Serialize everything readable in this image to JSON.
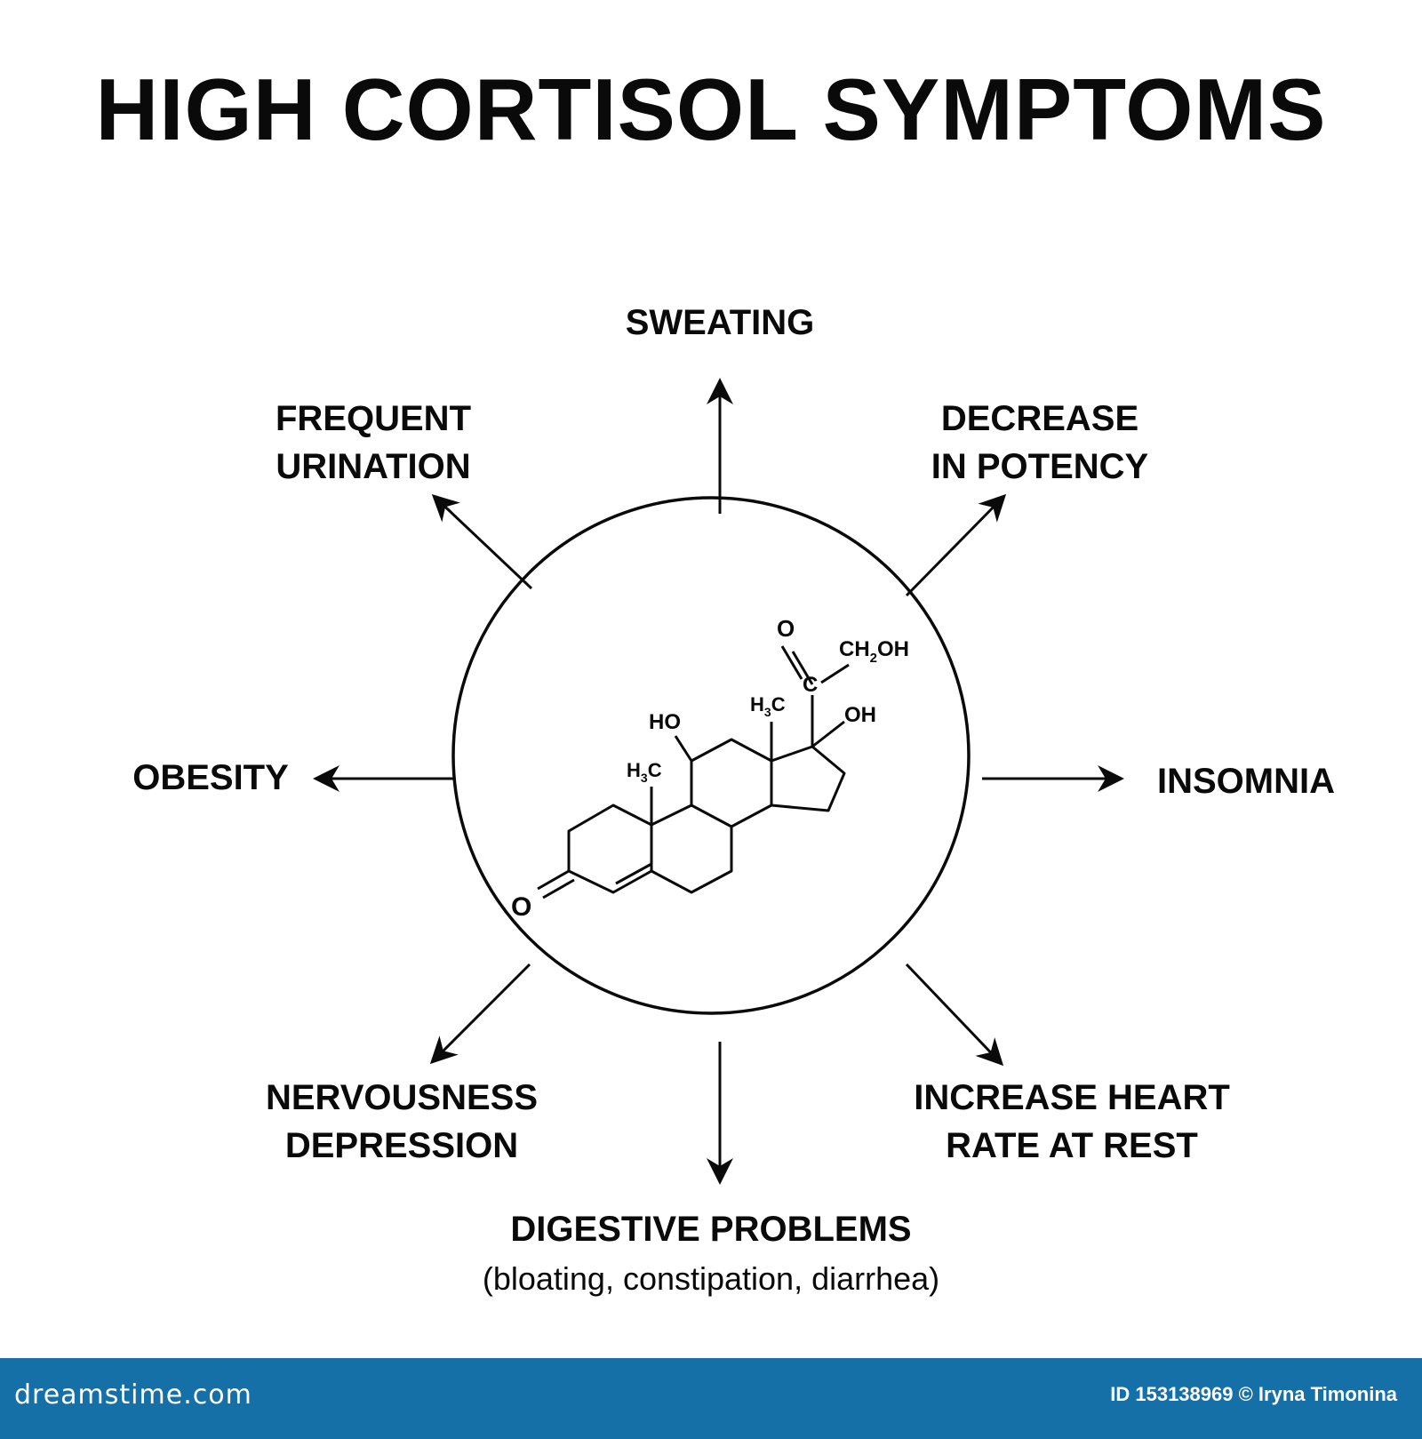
{
  "title": "HIGH CORTISOL SYMPTOMS",
  "symptoms": {
    "sweating": "SWEATING",
    "frequent_urination": [
      "FREQUENT",
      "URINATION"
    ],
    "decrease_potency": [
      "DECREASE",
      "IN POTENCY"
    ],
    "obesity": "OBESITY",
    "insomnia": "INSOMNIA",
    "nervousness_depression": [
      "NERVOUSNESS",
      "DEPRESSION"
    ],
    "increase_heart_rate": [
      "INCREASE HEART",
      "RATE AT REST"
    ],
    "digestive": "DIGESTIVE PROBLEMS",
    "digestive_detail": "(bloating, constipation, diarrhea)"
  },
  "molecule": {
    "ketone_o": "O",
    "side_o": "O",
    "side_c": "C",
    "ch2oh": "CH",
    "ch2oh_sub": "2",
    "ch2oh_rest": "OH",
    "ho": "HO",
    "oh": "OH",
    "methyl_h": "H",
    "methyl_sub": "3",
    "methyl_c": "C"
  },
  "footer": {
    "brand": "dreamstime.com",
    "credit": "ID 153138969 © Iryna Timonina"
  },
  "colors": {
    "ink": "#0a0a0a",
    "footer_bg": "#1470a7"
  }
}
